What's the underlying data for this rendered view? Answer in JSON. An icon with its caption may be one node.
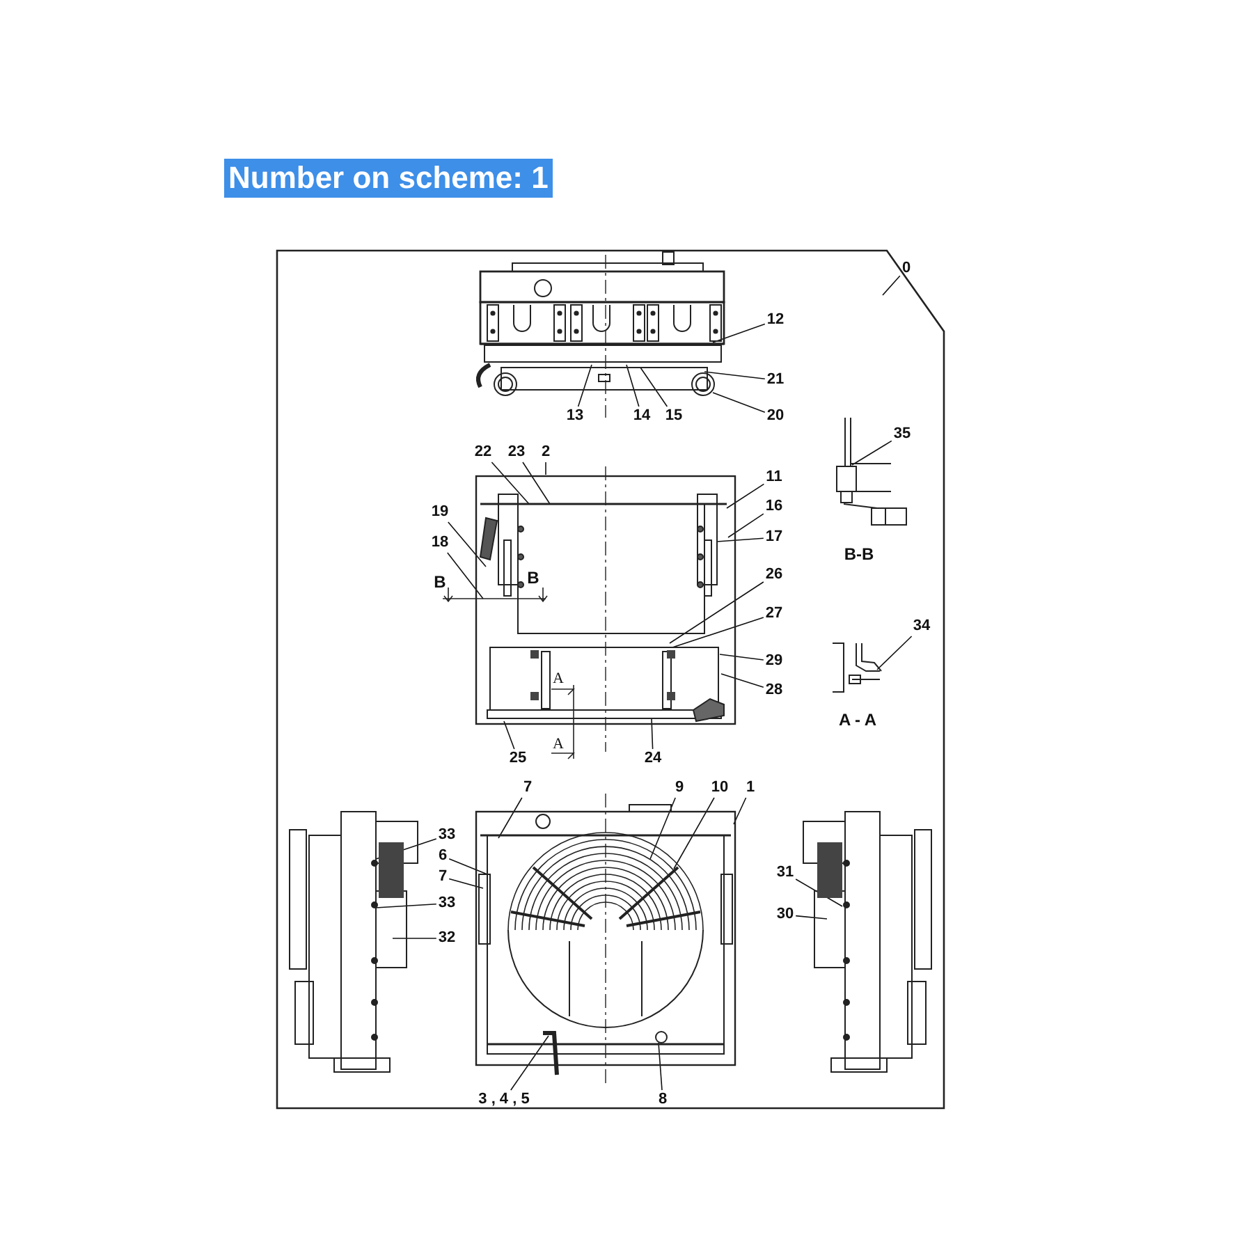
{
  "diagram": {
    "title": "Number on scheme: 1",
    "nodes": [
      {
        "text": [
          "0"
        ],
        "in": 36
      },
      {
        "text": [
          "12"
        ],
        "in": 36
      },
      {
        "text": [
          "21"
        ],
        "in": 36
      },
      {
        "text": [
          "13"
        ],
        "in": 36
      },
      {
        "text": [
          "14"
        ],
        "in": 36
      },
      {
        "text": [
          "15"
        ],
        "in": 36
      },
      {
        "text": [
          "20"
        ],
        "in": 36
      },
      {
        "text": [
          "35"
        ],
        "in": 36
      },
      {
        "text": [
          "22"
        ],
        "in": 36
      },
      {
        "text": [
          "23"
        ],
        "in": 36
      },
      {
        "text": [
          "2"
        ],
        "in": 36
      },
      {
        "text": [
          "11"
        ],
        "in": 36
      },
      {
        "text": [
          "16"
        ],
        "in": 36
      },
      {
        "text": [
          "17"
        ],
        "in": 36
      },
      {
        "text": [
          "19"
        ],
        "in": 36
      },
      {
        "text": [
          "18"
        ],
        "in": 36
      },
      {
        "text": [
          "26"
        ],
        "in": 36
      },
      {
        "text": [
          "27"
        ],
        "in": 36
      },
      {
        "text": [
          "29"
        ],
        "in": 36
      },
      {
        "text": [
          "28"
        ],
        "in": 36
      },
      {
        "text": [
          "34"
        ],
        "in": 36
      },
      {
        "text": [
          "25"
        ],
        "in": 36
      },
      {
        "text": [
          "24"
        ],
        "in": 36
      },
      {
        "text": [
          "7"
        ],
        "in": 36
      },
      {
        "text": [
          "9"
        ],
        "in": 36
      },
      {
        "text": [
          "10"
        ],
        "in": 36
      },
      {
        "text": [
          "1"
        ],
        "in": 36
      },
      {
        "text": [
          "33"
        ],
        "in": 36
      },
      {
        "text": [
          "6"
        ],
        "in": 36
      },
      {
        "text": [
          "7"
        ],
        "in": 36
      },
      {
        "text": [
          "33"
        ],
        "in": 36
      },
      {
        "text": [
          "32"
        ],
        "in": 36
      },
      {
        "text": [
          "31"
        ],
        "in": 36
      },
      {
        "text": [
          "30"
        ],
        "in": 36
      },
      {
        "text": [
          "3 , 4 , 5"
        ],
        "in": 36
      },
      {
        "text": [
          "8"
        ],
        "in": 36
      },
      {
        "text": [],
        "shape": "box"
      },
      {
        "text": [],
        "shape": "picture",
        "in": 36
      },
      {
        "text": [],
        "shape": "picture",
        "in": 36
      },
      {
        "text": [],
        "shape": "picture",
        "in": 36
      },
      {
        "text": [],
        "shape": "picture",
        "in": 36
      },
      {
        "text": [],
        "shape": "picture",
        "in": 36
      },
      {
        "text": [],
        "shape": "picture",
        "in": 36
      },
      {
        "text": [],
        "shape": "picture",
        "in": 36
      }
    ],
    "edges": [
      {
        "from": 0,
        "to": 36,
        "arrow": "none"
      },
      {
        "from": 1,
        "to": 37,
        "arrow": "none"
      },
      {
        "from": 2,
        "to": 37,
        "arrow": "none"
      },
      {
        "from": 3,
        "to": 37,
        "arrow": "none"
      },
      {
        "from": 4,
        "to": 37,
        "arrow": "none"
      },
      {
        "from": 5,
        "to": 37,
        "arrow": "none"
      },
      {
        "from": 6,
        "to": 37,
        "arrow": "none"
      },
      {
        "from": 7,
        "to": 39,
        "arrow": "none"
      },
      {
        "from": 8,
        "to": 38,
        "arrow": "none"
      },
      {
        "from": 9,
        "to": 38,
        "arrow": "none"
      },
      {
        "from": 10,
        "to": 38,
        "arrow": "none"
      },
      {
        "from": 11,
        "to": 38,
        "arrow": "none"
      },
      {
        "from": 12,
        "to": 38,
        "arrow": "none"
      },
      {
        "from": 13,
        "to": 38,
        "arrow": "none"
      },
      {
        "from": 14,
        "to": 38,
        "arrow": "none"
      },
      {
        "from": 15,
        "to": 38,
        "arrow": "none"
      },
      {
        "from": 16,
        "to": 38,
        "arrow": "none"
      },
      {
        "from": 17,
        "to": 38,
        "arrow": "none"
      },
      {
        "from": 18,
        "to": 38,
        "arrow": "none"
      },
      {
        "from": 19,
        "to": 38,
        "arrow": "none"
      },
      {
        "from": 20,
        "to": 40,
        "arrow": "none"
      },
      {
        "from": 21,
        "to": 38,
        "arrow": "none"
      },
      {
        "from": 22,
        "to": 38,
        "arrow": "none"
      },
      {
        "from": 23,
        "to": 42,
        "arrow": "none"
      },
      {
        "from": 24,
        "to": 42,
        "arrow": "none"
      },
      {
        "from": 25,
        "to": 42,
        "arrow": "none"
      },
      {
        "from": 26,
        "to": 42,
        "arrow": "none"
      },
      {
        "from": 27,
        "to": 41,
        "arrow": "none"
      },
      {
        "from": 28,
        "to": 42,
        "arrow": "none"
      },
      {
        "from": 29,
        "to": 42,
        "arrow": "none"
      },
      {
        "from": 30,
        "to": 41,
        "arrow": "none"
      },
      {
        "from": 31,
        "to": 41,
        "arrow": "none"
      },
      {
        "from": 32,
        "to": 43,
        "arrow": "none"
      },
      {
        "from": 33,
        "to": 43,
        "arrow": "none"
      },
      {
        "from": 34,
        "to": 42,
        "arrow": "none"
      },
      {
        "from": 35,
        "to": 42,
        "arrow": "none"
      }
    ],
    "labels": [
      "B",
      "B",
      "A",
      "A",
      "B-B",
      "A - A"
    ]
  }
}
